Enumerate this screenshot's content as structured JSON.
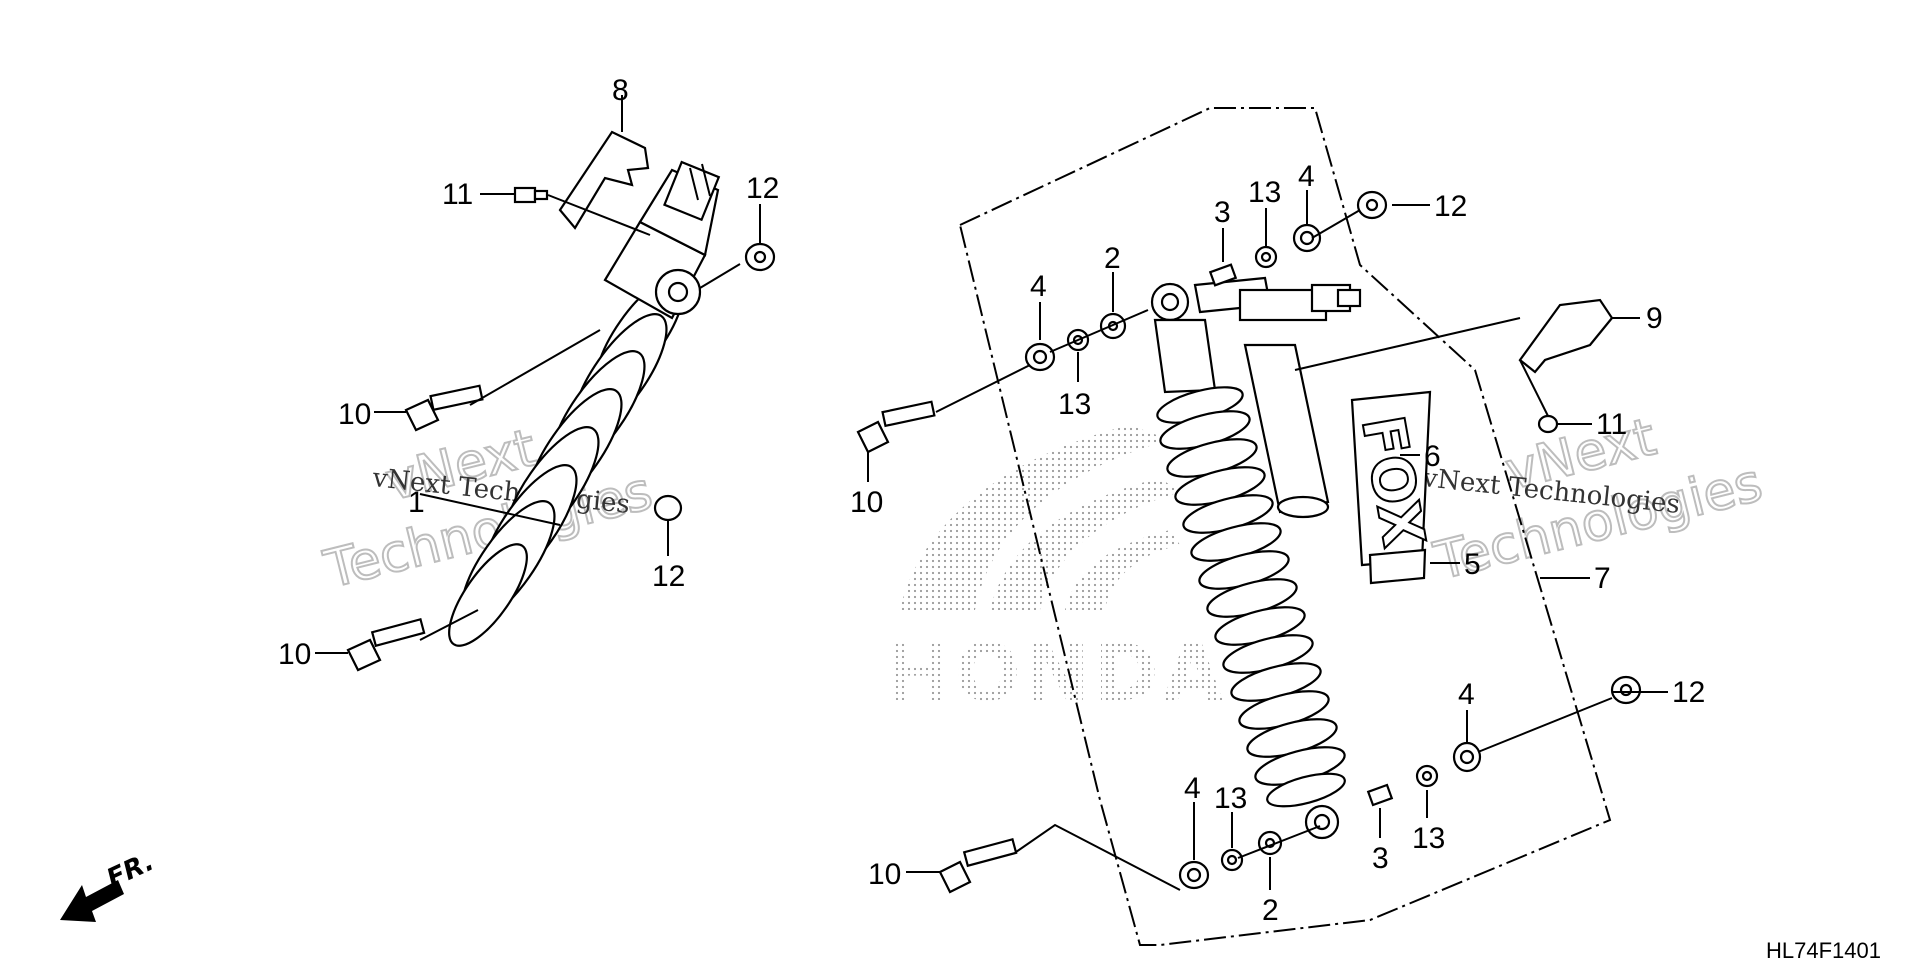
{
  "diagram": {
    "code": "HL74F1401",
    "direction_label": "FR.",
    "watermark_lines": [
      "vNext",
      "Technologies"
    ],
    "watermark_inline": "vNext Technologies",
    "brand_mark": "HONDA",
    "fox_logo": "FOX",
    "callouts": {
      "c1": "1",
      "c2a": "2",
      "c2b": "2",
      "c3a": "3",
      "c3b": "3",
      "c4a": "4",
      "c4b": "4",
      "c4c": "4",
      "c4d": "4",
      "c5": "5",
      "c6": "6",
      "c7": "7",
      "c8": "8",
      "c9": "9",
      "c10a": "10",
      "c10b": "10",
      "c10c": "10",
      "c10d": "10",
      "c11a": "11",
      "c11b": "11",
      "c12a": "12",
      "c12b": "12",
      "c12c": "12",
      "c12d": "12",
      "c13a": "13",
      "c13b": "13",
      "c13c": "13",
      "c13d": "13"
    }
  }
}
